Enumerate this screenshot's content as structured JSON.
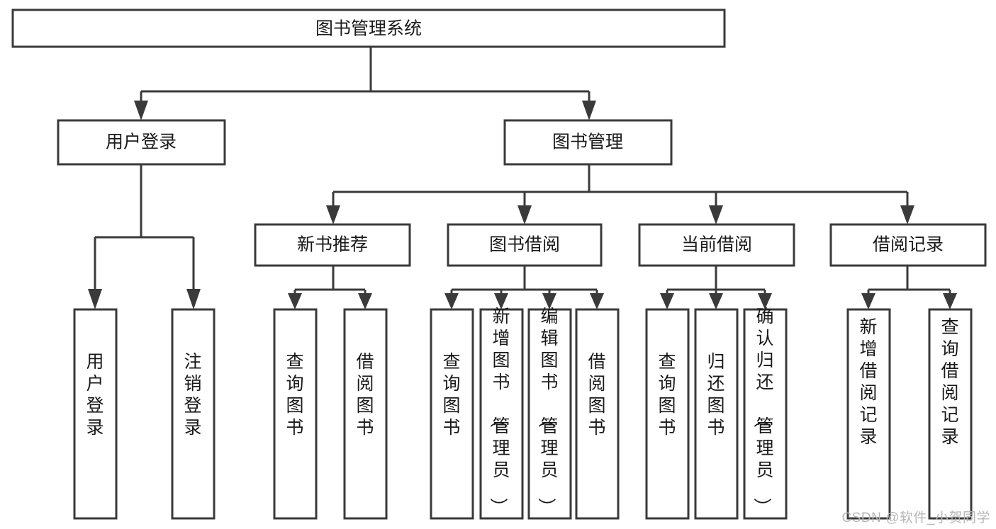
{
  "diagram": {
    "type": "tree",
    "title": "图书管理系统",
    "watermark": "CSDN @软件_小贺同学",
    "colors": {
      "box_stroke": "#3a3a3a",
      "box_fill": "#ffffff",
      "text": "#1a1a1a",
      "connector": "#3a3a3a",
      "watermark": "#b6b6b6",
      "background": "#ffffff"
    },
    "nodes": {
      "root": {
        "label": "图书管理系统"
      },
      "level2": [
        {
          "label": "用户登录"
        },
        {
          "label": "图书管理"
        }
      ],
      "level3": [
        {
          "label": "新书推荐"
        },
        {
          "label": "图书借阅"
        },
        {
          "label": "当前借阅"
        },
        {
          "label": "借阅记录"
        }
      ],
      "leaves": {
        "user_login": [
          {
            "label": "用户登录"
          },
          {
            "label": "注销登录"
          }
        ],
        "new_book_recommend": [
          {
            "label": "查询图书"
          },
          {
            "label": "借阅图书"
          }
        ],
        "book_borrow": [
          {
            "label": "查询图书"
          },
          {
            "label": "新增图书（管理员）"
          },
          {
            "label": "编辑图书（管理员）"
          },
          {
            "label": "借阅图书"
          }
        ],
        "current_borrow": [
          {
            "label": "查询图书"
          },
          {
            "label": "归还图书"
          },
          {
            "label": "确认归还（管理员）"
          }
        ],
        "borrow_record": [
          {
            "label": "新增借阅记录"
          },
          {
            "label": "查询借阅记录"
          }
        ]
      }
    }
  }
}
